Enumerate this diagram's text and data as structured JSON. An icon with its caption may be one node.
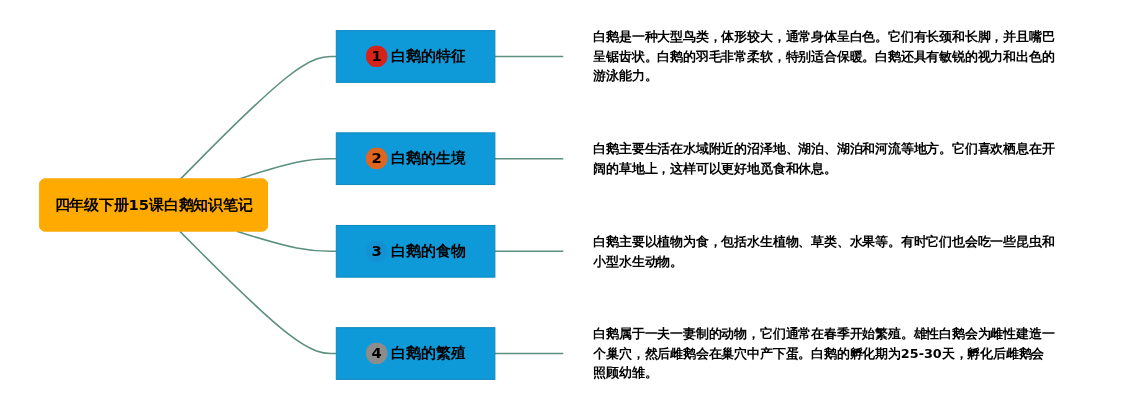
{
  "diagram": {
    "nodes": [
      {
        "text": [
          "四年级下册15课白鹅知识笔记"
        ]
      },
      {
        "text": [
          "1",
          "白鹅的特征"
        ]
      },
      {
        "text": [
          "2",
          "白鹅的生境"
        ]
      },
      {
        "text": [
          "3",
          "白鹅的食物"
        ]
      },
      {
        "text": [
          "4",
          "白鹅的繁殖"
        ]
      },
      {
        "text": [
          "白鹅是一种大型鸟类，体形较大，通常身体呈白色。它们有长颈和长脚，并且嘴巴呈锯齿状。白鹅的羽毛非常柔软，特别适合保暖。白鹅还具有敏锐的视力和出色的游泳能力。"
        ]
      },
      {
        "text": [
          "白鹅主要生活在水域附近的沼泽地、湖泊、湖泊和河流等地方。它们喜欢栖息在开阔的草地上，这样可以更好地觅食和休息。"
        ]
      },
      {
        "text": [
          "白鹅主要以植物为食，包括水生植物、草类、水果等。有时它们也会吃一些昆虫和小型水生动物。"
        ]
      },
      {
        "text": [
          "白鹅属于一夫一妻制的动物，它们通常在春季开始繁殖。雄性白鹅会为雌性建造一个巢穴，然后雌鹅会在巢穴中产下蛋。白鹅的孵化期为25-30天，孵化后雌鹅会照顾幼雏。"
        ]
      }
    ],
    "edges": [
      {
        "from": 0,
        "to": 1,
        "arrow": "none"
      },
      {
        "from": 0,
        "to": 2,
        "arrow": "none"
      },
      {
        "from": 0,
        "to": 3,
        "arrow": "none"
      },
      {
        "from": 0,
        "to": 4,
        "arrow": "none"
      },
      {
        "from": 1,
        "to": 5,
        "arrow": "none"
      },
      {
        "from": 2,
        "to": 6,
        "arrow": "none"
      },
      {
        "from": 3,
        "to": 7,
        "arrow": "none"
      },
      {
        "from": 4,
        "to": 8,
        "arrow": "none"
      }
    ]
  }
}
